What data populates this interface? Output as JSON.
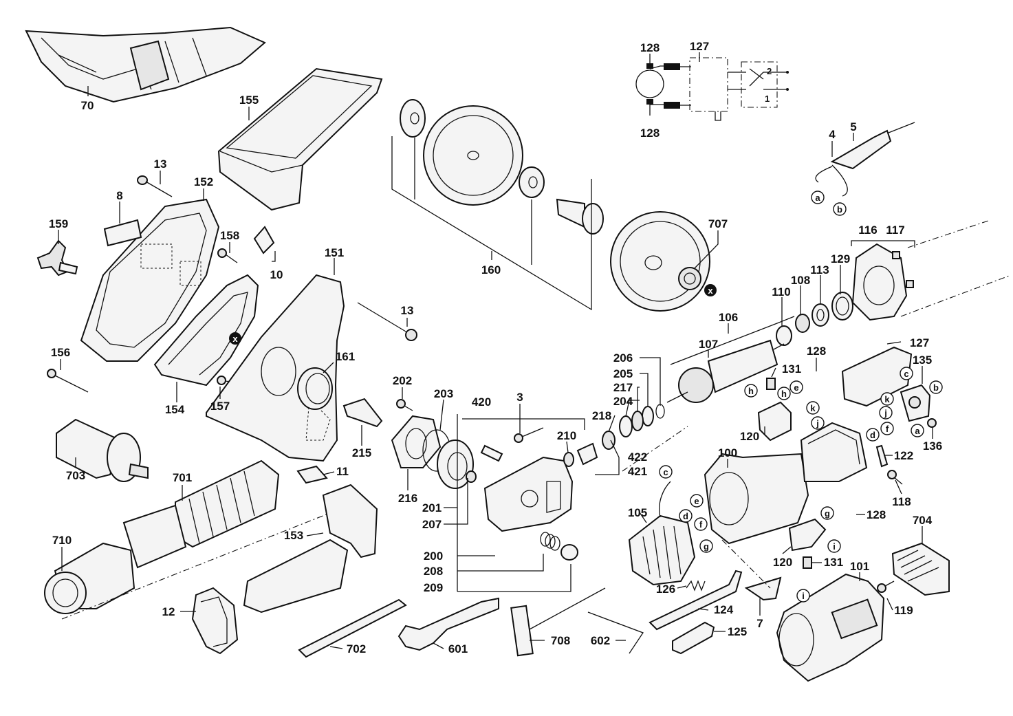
{
  "labels": {
    "l70": "70",
    "l155": "155",
    "l13a": "13",
    "l152": "152",
    "l8": "8",
    "l159": "159",
    "l158": "158",
    "l10": "10",
    "l151": "151",
    "l13b": "13",
    "l156": "156",
    "l154": "154",
    "l157": "157",
    "l161": "161",
    "l215": "215",
    "l160": "160",
    "l128a": "128",
    "l127a": "127",
    "l128b": "128",
    "l4": "4",
    "l5": "5",
    "l707": "707",
    "l116": "116",
    "l117": "117",
    "l129": "129",
    "l113": "113",
    "l108": "108",
    "l110": "110",
    "l106": "106",
    "l107": "107",
    "l127b": "127",
    "l135": "135",
    "l128c": "128",
    "l131a": "131",
    "l206": "206",
    "l205": "205",
    "l217": "217",
    "l204": "204",
    "l218": "218",
    "l202": "202",
    "l203": "203",
    "l420": "420",
    "l3": "3",
    "l210": "210",
    "l422": "422",
    "l421": "421",
    "l120a": "120",
    "l122": "122",
    "l136": "136",
    "l100": "100",
    "l118": "118",
    "l703": "703",
    "l701": "701",
    "l216": "216",
    "l11": "11",
    "l201": "201",
    "l207": "207",
    "l200": "200",
    "l208": "208",
    "l209": "209",
    "l105": "105",
    "l128d": "128",
    "l704": "704",
    "l710": "710",
    "l153": "153",
    "l120b": "120",
    "l131b": "131",
    "l101": "101",
    "l126": "126",
    "l119": "119",
    "l12": "12",
    "l124": "124",
    "l7": "7",
    "l125": "125",
    "l702": "702",
    "l601": "601",
    "l708": "708",
    "l602": "602"
  },
  "letters": {
    "a1": "a",
    "b1": "b",
    "x1": "x",
    "x2": "x",
    "h1": "h",
    "e1": "e",
    "h2": "h",
    "k1": "k",
    "c1": "c",
    "b2": "b",
    "k2": "k",
    "j1": "j",
    "j2": "j",
    "f1": "f",
    "d1": "d",
    "a2": "a",
    "c2": "c",
    "e2": "e",
    "d2": "d",
    "f2": "f",
    "g1": "g",
    "g2": "g",
    "i1": "i",
    "i2": "i"
  },
  "schematic": {
    "switch_positions": [
      "2",
      "1"
    ]
  }
}
